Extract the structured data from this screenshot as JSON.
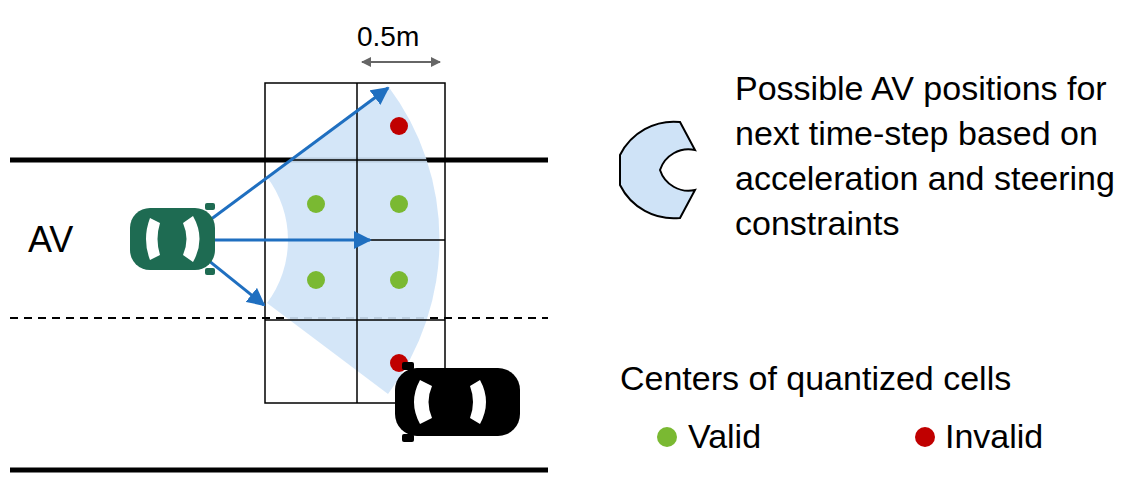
{
  "diagram": {
    "labels": [
      "0.5m",
      "AV",
      "Centers of quantized cells"
    ],
    "legend": [
      {
        "text": "Possible AV positions for next time-step based on acceleration and steering constraints"
      },
      {
        "text": "Valid",
        "color": "#7ab932"
      },
      {
        "text": "Invalid",
        "color": "#c00000"
      }
    ]
  }
}
